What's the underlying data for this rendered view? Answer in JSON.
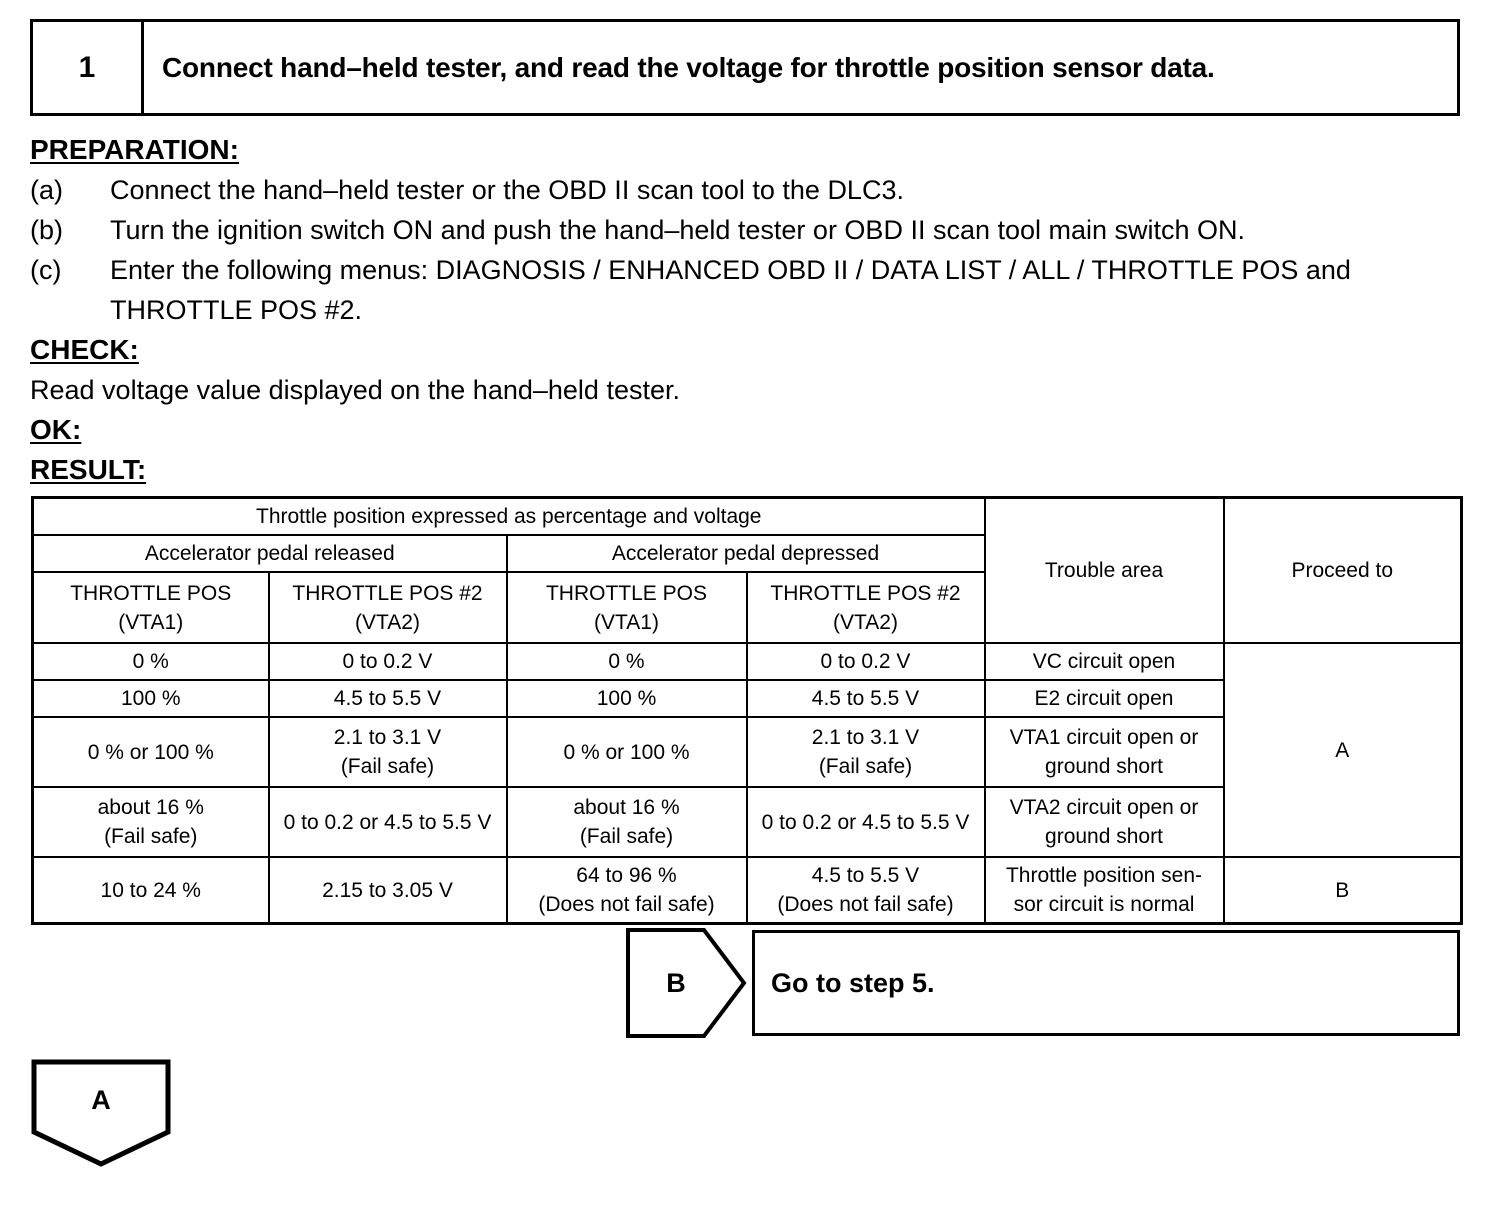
{
  "step": {
    "number": "1",
    "title": "Connect hand–held tester, and read the voltage for throttle position sensor data."
  },
  "preparation": {
    "label": "PREPARATION:",
    "items": [
      {
        "tag": "(a)",
        "text": "Connect the hand–held tester or the OBD II scan tool to the DLC3."
      },
      {
        "tag": "(b)",
        "text": "Turn the ignition switch ON and push the hand–held tester or OBD II scan tool main switch ON."
      },
      {
        "tag": "(c)",
        "text": "Enter the following menus: DIAGNOSIS / ENHANCED OBD II / DATA LIST / ALL / THROTTLE POS and THROTTLE POS #2."
      }
    ]
  },
  "check": {
    "label": "CHECK:",
    "text": "Read voltage value displayed on the hand–held tester."
  },
  "ok": {
    "label": "OK:"
  },
  "result": {
    "label": "RESULT:"
  },
  "table": {
    "group_title": "Throttle position expressed as percentage and voltage",
    "subgroups": [
      "Accelerator pedal released",
      "Accelerator pedal depressed"
    ],
    "columns": [
      {
        "line1": "THROTTLE POS",
        "line2": "(VTA1)"
      },
      {
        "line1": "THROTTLE POS #2",
        "line2": "(VTA2)"
      },
      {
        "line1": "THROTTLE POS",
        "line2": "(VTA1)"
      },
      {
        "line1": "THROTTLE POS #2",
        "line2": "(VTA2)"
      }
    ],
    "trouble_area_header": "Trouble area",
    "proceed_to_header": "Proceed to",
    "rows": [
      {
        "released_vta1": "0 %",
        "released_vta2": "0 to 0.2 V",
        "depressed_vta1": "0 %",
        "depressed_vta2": "0 to 0.2 V",
        "trouble_area": "VC circuit open"
      },
      {
        "released_vta1": "100 %",
        "released_vta2": "4.5 to 5.5 V",
        "depressed_vta1": "100 %",
        "depressed_vta2": "4.5 to 5.5 V",
        "trouble_area": "E2 circuit open"
      },
      {
        "released_vta1": "0 % or 100 %",
        "released_vta2": "2.1 to 3.1 V\n(Fail safe)",
        "depressed_vta1": "0 % or 100 %",
        "depressed_vta2": "2.1 to 3.1 V\n(Fail safe)",
        "trouble_area": "VTA1 circuit open or\nground short"
      },
      {
        "released_vta1": "about 16 %\n(Fail safe)",
        "released_vta2": "0 to 0.2 or 4.5 to 5.5 V",
        "depressed_vta1": "about 16 %\n(Fail safe)",
        "depressed_vta2": "0 to 0.2 or 4.5 to 5.5 V",
        "trouble_area": "VTA2 circuit open or\nground short"
      },
      {
        "released_vta1": "10 to 24 %",
        "released_vta2": "2.15 to 3.05 V",
        "depressed_vta1": "64 to 96 %\n(Does not fail safe)",
        "depressed_vta2": "4.5 to 5.5 V\n(Does not fail safe)",
        "trouble_area": "Throttle position sen-\nsor circuit is normal"
      }
    ],
    "proceed_a": "A",
    "proceed_b": "B"
  },
  "goto": {
    "connector": "B",
    "text": "Go to step 5."
  },
  "bottom_connector": {
    "label": "A"
  }
}
